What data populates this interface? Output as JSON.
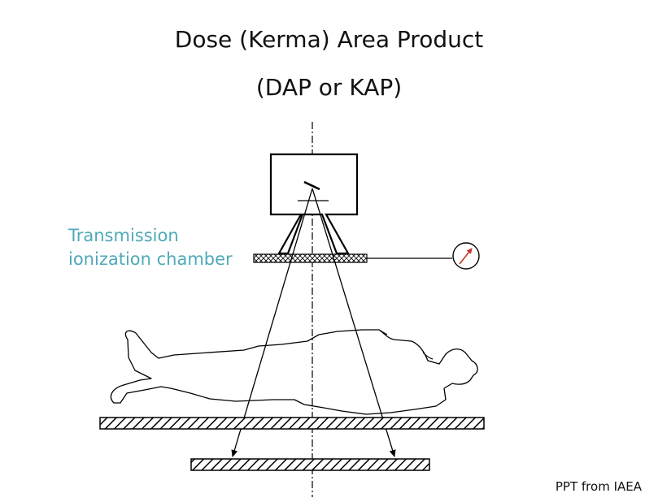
{
  "title": {
    "line1": "Dose (Kerma) Area Product",
    "line2": "(DAP or KAP)"
  },
  "label": {
    "line1": "Transmission",
    "line2": "ionization chamber"
  },
  "credit": "PPT from IAEA",
  "colors": {
    "label": "#4fa9b8",
    "needle": "#c0392b",
    "line": "#000000"
  }
}
